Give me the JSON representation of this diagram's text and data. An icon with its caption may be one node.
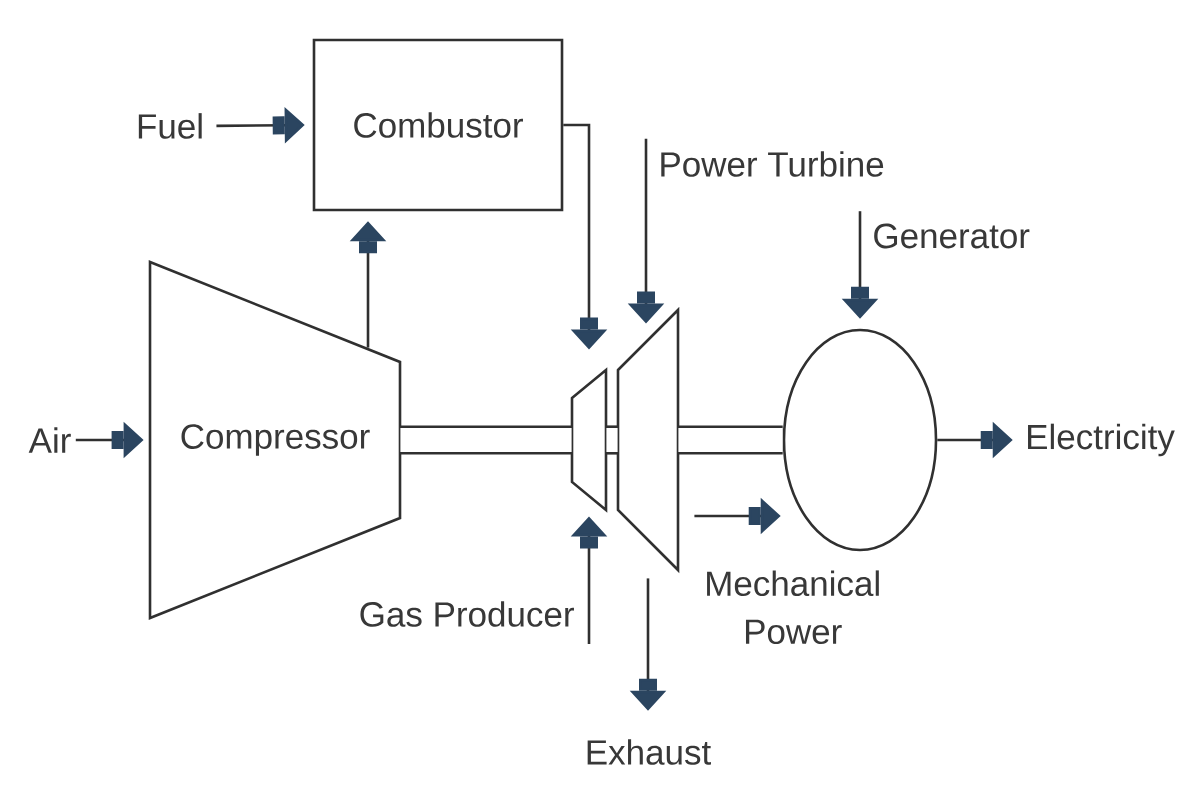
{
  "diagram": {
    "nodes": [
      {
        "text": [
          "Fuel"
        ]
      },
      {
        "text": [
          "Combustor"
        ]
      },
      {
        "text": [
          "Power Turbine"
        ]
      },
      {
        "text": [
          "Generator"
        ]
      },
      {
        "text": [
          "Air"
        ]
      },
      {
        "text": [
          "Compressor"
        ]
      },
      {
        "text": [],
        "shape": "trapezoid"
      },
      {
        "text": [],
        "shape": "trapezoid"
      },
      {
        "text": [],
        "shape": "ellipse"
      },
      {
        "text": [
          "Electricity"
        ]
      },
      {
        "text": [
          "Gas Producer"
        ]
      },
      {
        "text": [
          "Exhaust"
        ]
      }
    ],
    "edges": [
      {
        "from": 0,
        "to": 1,
        "arrow": "to"
      },
      {
        "from": 4,
        "to": 5,
        "arrow": "to"
      },
      {
        "from": 5,
        "to": 1,
        "arrow": "to"
      },
      {
        "from": 1,
        "to": 6,
        "arrow": "to"
      },
      {
        "from": 2,
        "to": 7,
        "arrow": "to"
      },
      {
        "from": 3,
        "to": 8,
        "arrow": "to"
      },
      {
        "from": 10,
        "to": 6,
        "arrow": "to"
      },
      {
        "from": 7,
        "to": 11,
        "arrow": "to"
      },
      {
        "from": 7,
        "to": 8,
        "arrow": "to",
        "label": "Mechanical Power"
      },
      {
        "from": 8,
        "to": 9,
        "arrow": "to"
      },
      {
        "from": 5,
        "to": 6,
        "arrow": "none",
        "style": "thick"
      },
      {
        "from": 6,
        "to": 7,
        "arrow": "none",
        "style": "thick"
      },
      {
        "from": 7,
        "to": 8,
        "arrow": "none",
        "style": "thick"
      }
    ]
  }
}
